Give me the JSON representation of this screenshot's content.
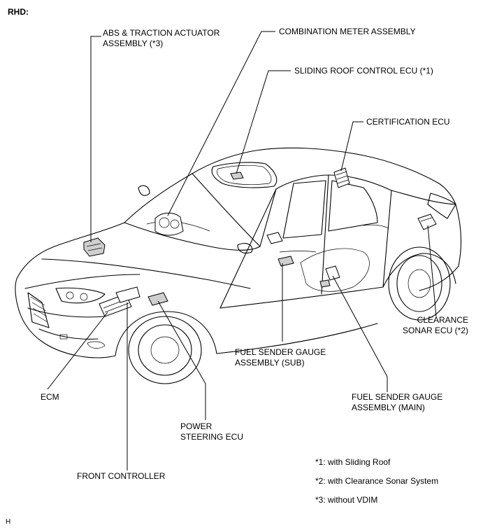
{
  "header": "RHD:",
  "corner_mark": "H",
  "labels": {
    "abs": [
      "ABS & TRACTION ACTUATOR",
      "ASSEMBLY (*3)"
    ],
    "combination_meter": [
      "COMBINATION METER ASSEMBLY"
    ],
    "sliding_roof": [
      "SLIDING ROOF CONTROL ECU (*1)"
    ],
    "certification": [
      "CERTIFICATION ECU"
    ],
    "clearance_sonar": [
      "CLEARANCE",
      "SONAR ECU (*2)"
    ],
    "fuel_sub": [
      "FUEL SENDER GAUGE",
      "ASSEMBLY (SUB)"
    ],
    "fuel_main": [
      "FUEL SENDER GAUGE",
      "ASSEMBLY (MAIN)"
    ],
    "ecm": [
      "ECM"
    ],
    "power_steering": [
      "POWER",
      "STEERING ECU"
    ],
    "front_controller": [
      "FRONT CONTROLLER"
    ]
  },
  "notes": [
    "*1: with Sliding Roof",
    "*2: with Clearance Sonar System",
    "*3: without VDIM"
  ]
}
